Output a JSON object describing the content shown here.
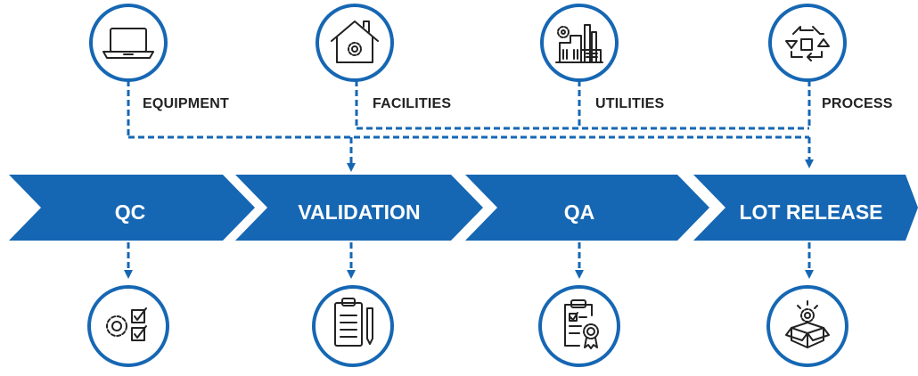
{
  "colors": {
    "primary": "#1667b3",
    "circle_border": "#1667b3",
    "icon_stroke": "#222222",
    "text": "#222222",
    "chevron_text": "#ffffff",
    "background": "#ffffff"
  },
  "inputs": [
    {
      "label": "EQUIPMENT",
      "icon": "laptop-icon"
    },
    {
      "label": "FACILITIES",
      "icon": "house-gear-icon"
    },
    {
      "label": "UTILITIES",
      "icon": "factory-icon"
    },
    {
      "label": "PROCESS",
      "icon": "process-cycle-icon"
    }
  ],
  "stages": [
    {
      "label": "QC",
      "icon": "gear-checklist-icon"
    },
    {
      "label": "VALIDATION",
      "icon": "clipboard-pencil-icon"
    },
    {
      "label": "QA",
      "icon": "certificate-clipboard-icon"
    },
    {
      "label": "LOT RELEASE",
      "icon": "box-release-icon"
    }
  ]
}
